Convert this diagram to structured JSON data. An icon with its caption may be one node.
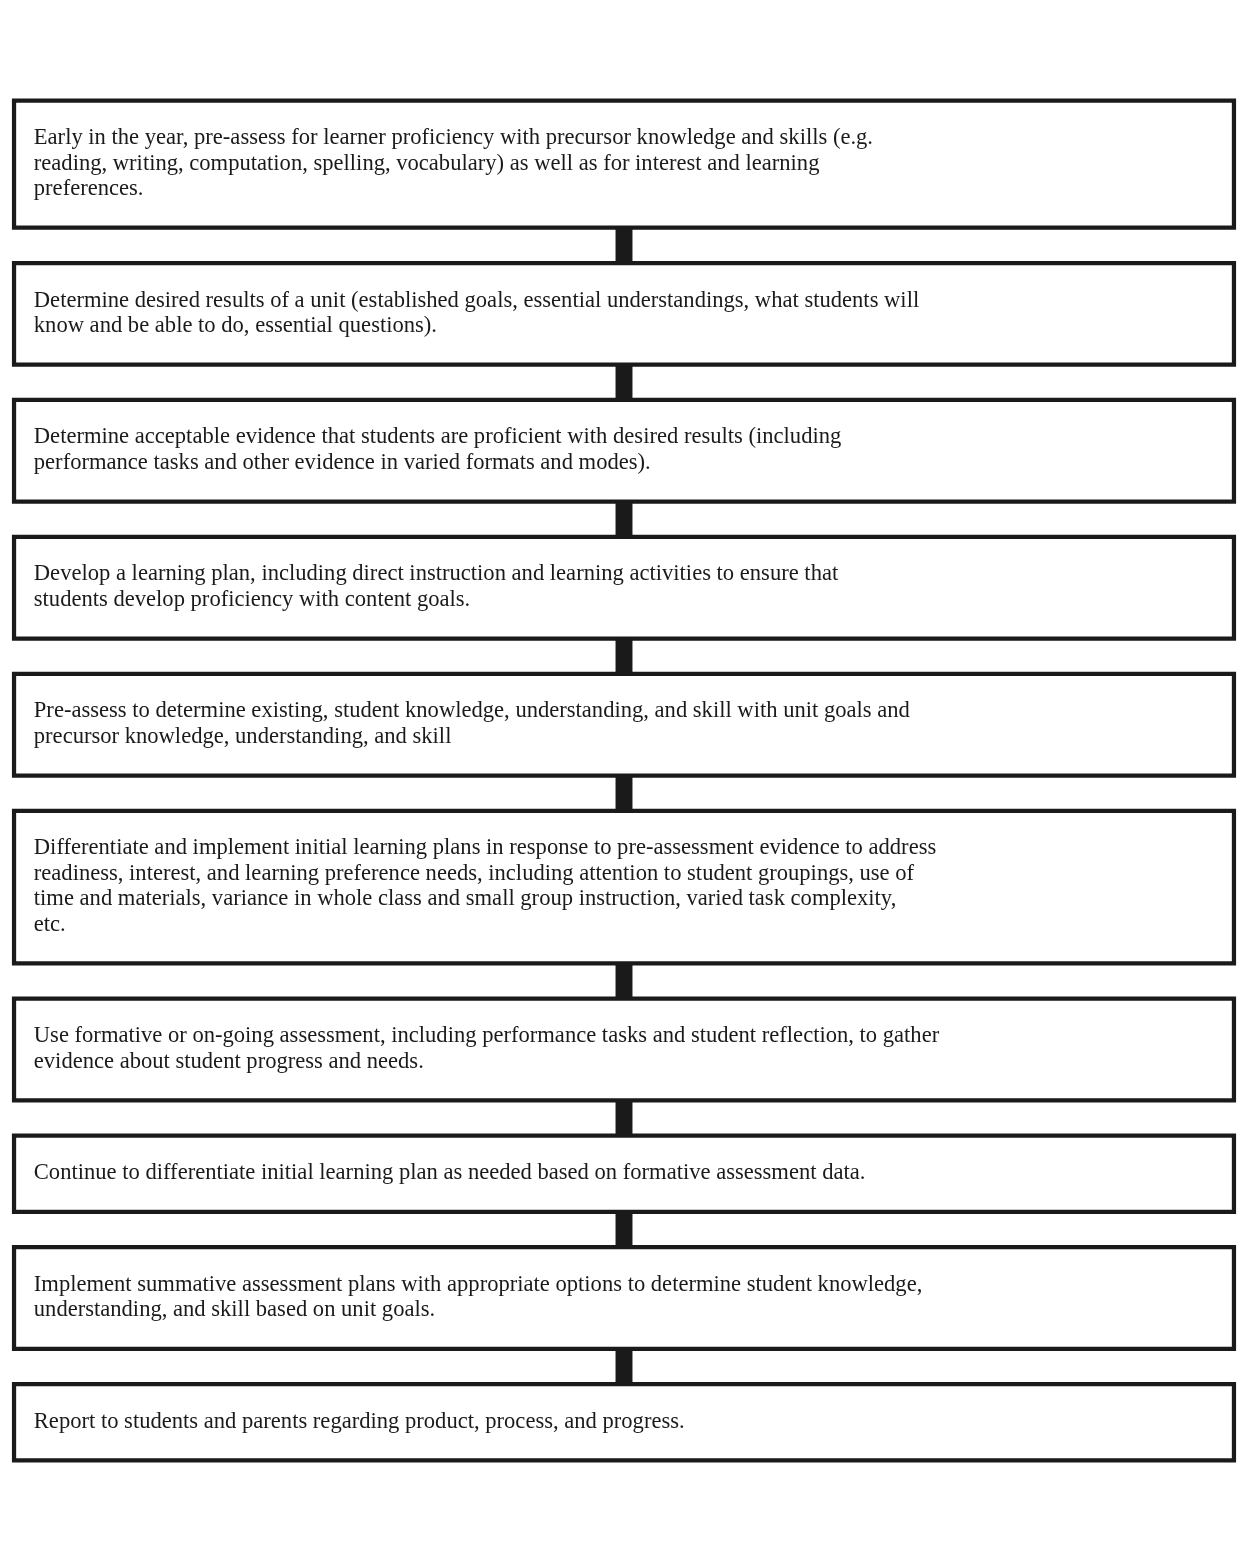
{
  "diagram": {
    "nodes": [
      {
        "text": [
          "Early in the year, pre-assess for learner proficiency with precursor knowledge and skills (e.g. reading, writing, computation, spelling, vocabulary) as well as for interest and learning preferences."
        ]
      },
      {
        "text": [
          "Determine desired results of a unit (established goals, essential understandings, what students will know and be able to do, essential questions)."
        ]
      },
      {
        "text": [
          "Determine acceptable evidence that students are proficient with desired results (including performance tasks and other evidence in varied formats and modes)."
        ]
      },
      {
        "text": [
          "Develop a learning plan, including direct instruction and learning activities to ensure that students develop proficiency with content goals."
        ]
      },
      {
        "text": [
          "Pre-assess to determine existing, student knowledge, understanding, and skill with unit goals and precursor knowledge, understanding, and skill"
        ]
      },
      {
        "text": [
          "Differentiate and implement initial learning plans in response to pre-assessment evidence to address readiness, interest, and learning preference needs, including attention to student groupings, use of time and materials, variance in whole class and small group instruction, varied task complexity, etc."
        ]
      },
      {
        "text": [
          "Use formative or on-going assessment, including performance tasks and student reflection, to gather evidence about student progress and needs."
        ]
      },
      {
        "text": [
          "Continue to differentiate initial learning plan as needed based on formative assessment data."
        ]
      },
      {
        "text": [
          "Implement summative assessment plans with appropriate options to determine student knowledge, understanding, and skill based on unit goals."
        ]
      },
      {
        "text": [
          "Report to students and parents regarding product, process, and progress."
        ]
      }
    ],
    "edges": [
      {
        "from": 0,
        "to": 1,
        "arrow": "none"
      },
      {
        "from": 1,
        "to": 2,
        "arrow": "none"
      },
      {
        "from": 2,
        "to": 3,
        "arrow": "none"
      },
      {
        "from": 3,
        "to": 4,
        "arrow": "none"
      },
      {
        "from": 4,
        "to": 5,
        "arrow": "none"
      },
      {
        "from": 5,
        "to": 6,
        "arrow": "none"
      },
      {
        "from": 6,
        "to": 7,
        "arrow": "none"
      },
      {
        "from": 7,
        "to": 8,
        "arrow": "none"
      },
      {
        "from": 8,
        "to": 9,
        "arrow": "none"
      }
    ]
  }
}
